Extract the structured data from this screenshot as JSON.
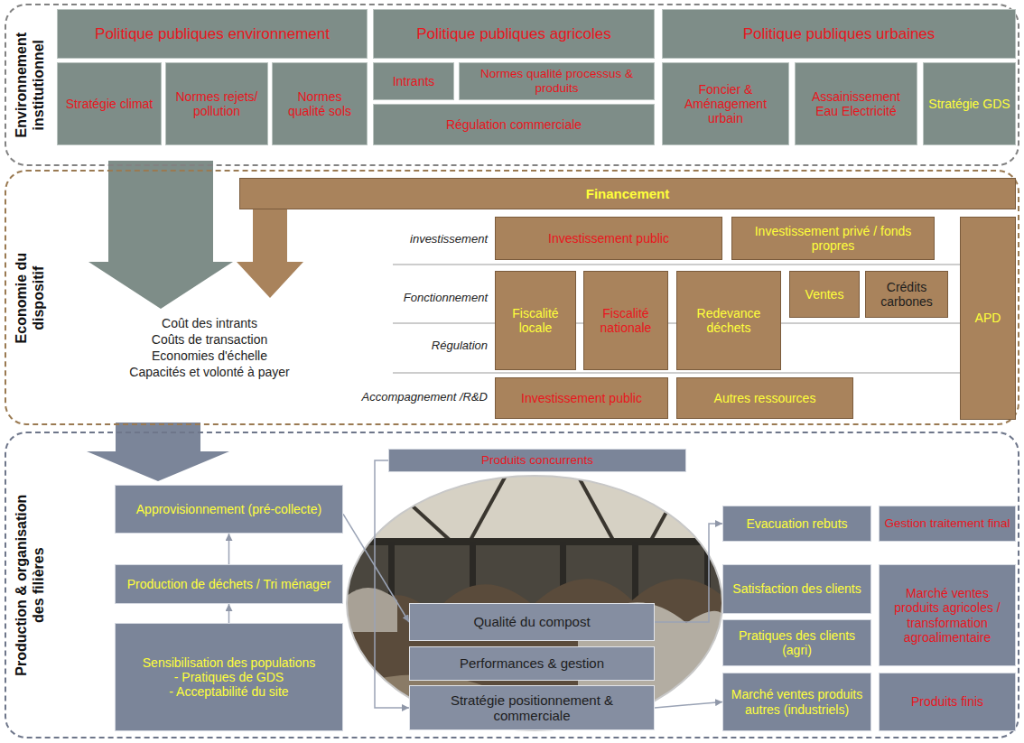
{
  "diagram": {
    "nodes": [
      {
        "text": [
          "Environnement institutionnel"
        ]
      },
      {
        "text": [
          "Politique publiques environnement"
        ],
        "in": 0
      },
      {
        "text": [
          "Stratégie climat"
        ],
        "in": 0
      },
      {
        "text": [
          "Normes rejets/ pollution"
        ],
        "in": 0
      },
      {
        "text": [
          "Normes qualité sols"
        ],
        "in": 0
      },
      {
        "text": [
          "Politique publiques agricoles"
        ],
        "in": 0
      },
      {
        "text": [
          "Intrants"
        ],
        "in": 0
      },
      {
        "text": [
          "Normes qualité processus & produits"
        ],
        "in": 0
      },
      {
        "text": [
          "Régulation commerciale"
        ],
        "in": 0
      },
      {
        "text": [
          "Politique publiques urbaines"
        ],
        "in": 0
      },
      {
        "text": [
          "Foncier & Aménagement urbain"
        ],
        "in": 0
      },
      {
        "text": [
          "Assainissement Eau Electricité"
        ],
        "in": 0
      },
      {
        "text": [
          "Stratégie GDS"
        ],
        "in": 0
      },
      {
        "text": [
          "Economie du dispositif"
        ]
      },
      {
        "text": [
          "Financement"
        ],
        "in": 13
      },
      {
        "text": [
          "Investissement public"
        ],
        "in": 13
      },
      {
        "text": [
          "Investissement privé / fonds propres"
        ],
        "in": 13
      },
      {
        "text": [
          "APD"
        ],
        "in": 13
      },
      {
        "text": [
          "Fiscalité locale"
        ],
        "in": 13
      },
      {
        "text": [
          "Fiscalité nationale"
        ],
        "in": 13
      },
      {
        "text": [
          "Redevance déchets"
        ],
        "in": 13
      },
      {
        "text": [
          "Ventes"
        ],
        "in": 13
      },
      {
        "text": [
          "Crédits carbones"
        ],
        "in": 13
      },
      {
        "text": [
          "Investissement public"
        ],
        "in": 13
      },
      {
        "text": [
          "Autres ressources"
        ],
        "in": 13
      },
      {
        "text": [
          "Production & organisation des filières"
        ]
      },
      {
        "text": [
          "Produits concurrents"
        ],
        "in": 25
      },
      {
        "text": [
          "Approvisionnement (pré-collecte)"
        ],
        "in": 25
      },
      {
        "text": [
          "Production de déchets / Tri ménager"
        ],
        "in": 25
      },
      {
        "text": [
          "Sensibilisation des populations",
          "- Pratiques de GDS",
          "- Acceptabilité du site"
        ],
        "in": 25
      },
      {
        "text": [
          "Qualité du compost"
        ],
        "in": 25
      },
      {
        "text": [
          "Performances & gestion"
        ],
        "in": 25
      },
      {
        "text": [
          "Stratégie positionnement & commerciale"
        ],
        "in": 25
      },
      {
        "text": [
          "Evacuation rebuts"
        ],
        "in": 25
      },
      {
        "text": [
          "Gestion traitement final"
        ],
        "in": 25
      },
      {
        "text": [
          "Satisfaction des clients"
        ],
        "in": 25
      },
      {
        "text": [
          "Pratiques des clients (agri)"
        ],
        "in": 25
      },
      {
        "text": [
          "Marché ventes produits agricoles / transformation agroalimentaire"
        ],
        "in": 25
      },
      {
        "text": [
          "Marché ventes produits autres (industriels)"
        ],
        "in": 25
      },
      {
        "text": [
          "Produits finis"
        ],
        "in": 25
      }
    ],
    "edges": [
      {
        "from": 28,
        "to": 27,
        "arrow": "to"
      },
      {
        "from": 29,
        "to": 28,
        "arrow": "to"
      },
      {
        "from": 27,
        "to": 30,
        "arrow": "to"
      },
      {
        "from": 26,
        "to": 32,
        "arrow": "to"
      },
      {
        "from": 30,
        "to": 33,
        "arrow": "to"
      },
      {
        "from": 32,
        "to": 38,
        "arrow": "to"
      }
    ],
    "labels": [
      "investissement",
      "Fonctionnement",
      "Régulation",
      "Accompagnement /R&D",
      "Coût des intrants",
      "Coûts de transaction",
      "Economies d'échelle",
      "Capacités et volonté à payer"
    ]
  }
}
